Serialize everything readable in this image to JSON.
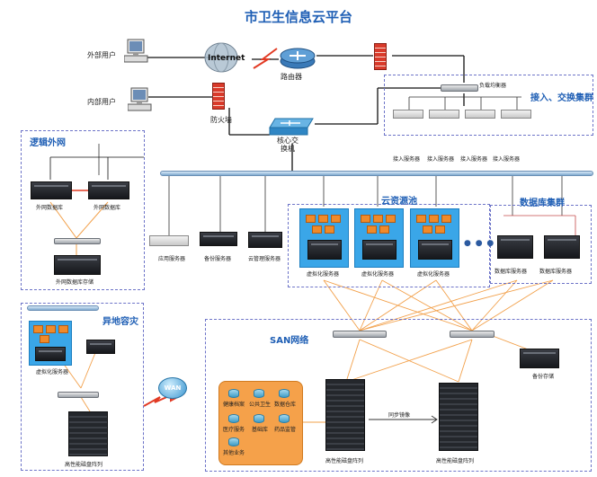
{
  "title": "市卫生信息云平台",
  "nodes": {
    "external_user": "外部用户",
    "internal_user": "内部用户",
    "internet": "Internet",
    "router": "路由器",
    "firewall": "防火墙",
    "load_balancer": "负载均衡器",
    "core_switch": "核心交换机",
    "access_servers": [
      "接入服务器",
      "接入服务器",
      "接入服务器",
      "接入服务器"
    ],
    "logic_ext_servers": [
      "外网数据库",
      "外网数据库"
    ],
    "ext_storage": "外网数据库存储",
    "app_servers": [
      "应用服务器",
      "备份服务器",
      "云管理服务器"
    ],
    "virt_servers": [
      "虚拟化服务器",
      "虚拟化服务器",
      "虚拟化服务器"
    ],
    "db_servers": [
      "数据库服务器",
      "数据库服务器"
    ],
    "dr_virt": "虚拟化服务器",
    "dr_storage": "高性能磁盘阵列",
    "wan": "WAN",
    "san_storage_left": "高性能磁盘阵列",
    "san_storage_right": "高性能磁盘阵列",
    "sync_mirror": "同步镜像",
    "backup_storage": "备份存储",
    "ellipsis": "● ● ●",
    "databases": [
      "健康档案",
      "公共卫生",
      "数据仓库",
      "医疗服务",
      "基础库",
      "药品监管",
      "其他业务"
    ]
  },
  "groups": {
    "access_cluster": "接入、交换集群",
    "logic_external": "逻辑外网",
    "cloud_pool": "云资源池",
    "db_cluster": "数据库集群",
    "disaster_recovery": "异地容灾",
    "san": "SAN网络"
  },
  "colors": {
    "title": "#1f5fb5",
    "dashed_border": "#6d74c8",
    "lines": "#f2a04a",
    "firewall": "#d93a2a"
  }
}
